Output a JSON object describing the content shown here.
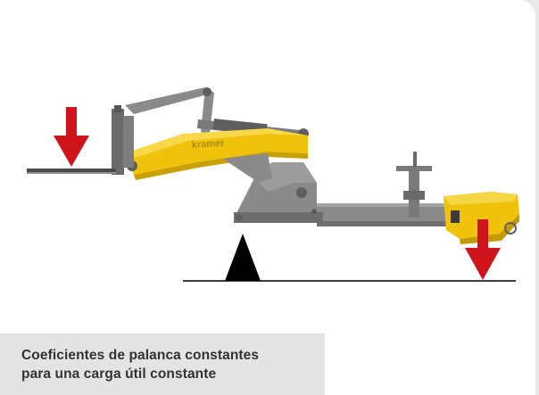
{
  "diagram": {
    "boom_brand_text": "kramer",
    "colors": {
      "arrow": "#d0141c",
      "fulcrum": "#000000",
      "machine_yellow": "#f1c20c",
      "machine_grey": "#8a8a8a",
      "machine_dark": "#5e5e5e",
      "fork": "#4a4a4a",
      "ground_line": "#000000"
    },
    "icons": [
      "load-arrow-icon",
      "fulcrum-triangle-icon",
      "counterweight-arrow-icon"
    ]
  },
  "caption": {
    "line1": "Coeficientes de palanca constantes",
    "line2": "para una carga útil constante"
  }
}
